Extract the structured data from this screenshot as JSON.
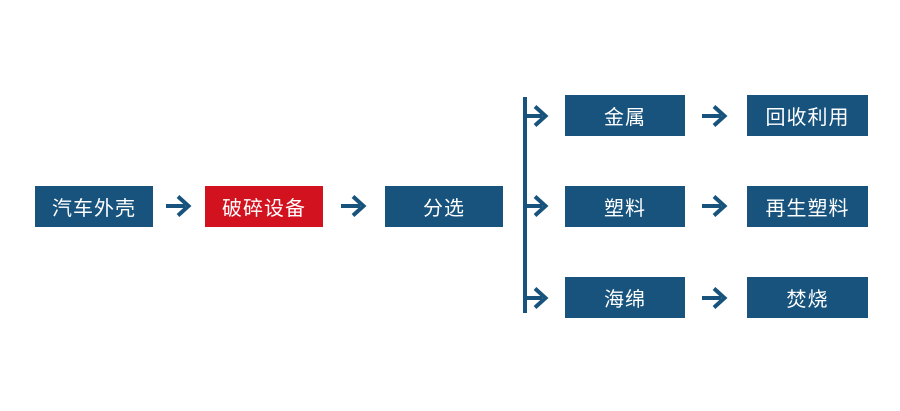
{
  "colors": {
    "primary_blue": "#17537C",
    "accent_red": "#D2121F",
    "node_text": "#FFFFFF",
    "background": "#FFFFFF"
  },
  "flowchart": {
    "nodes": {
      "car_shell": "汽车外壳",
      "crusher": "破碎设备",
      "sorting": "分选",
      "metal": "金属",
      "metal_result": "回收利用",
      "plastic": "塑料",
      "plastic_result": "再生塑料",
      "sponge": "海绵",
      "sponge_result": "焚烧"
    }
  }
}
